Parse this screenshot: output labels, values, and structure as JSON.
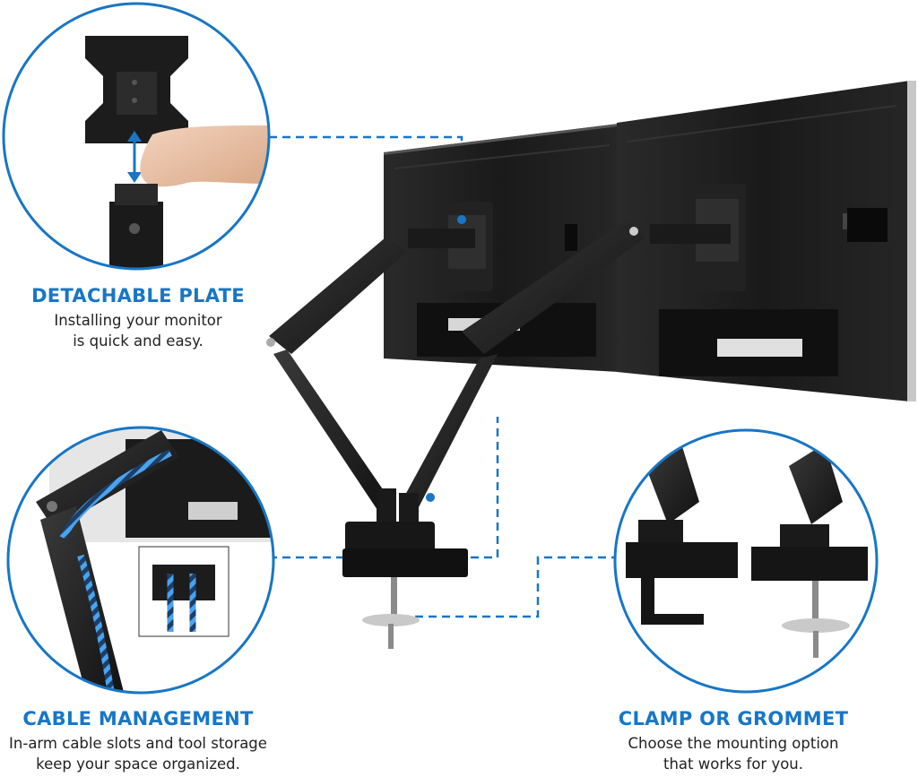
{
  "features": {
    "detachable_plate": {
      "title": "DETACHABLE PLATE",
      "desc_line1": "Installing your monitor",
      "desc_line2": "is quick and easy."
    },
    "cable_management": {
      "title": "CABLE MANAGEMENT",
      "desc_line1": "In-arm cable slots and tool storage",
      "desc_line2": "keep your space organized."
    },
    "clamp_grommet": {
      "title": "CLAMP OR GROMMET",
      "desc_line1": "Choose the mounting option",
      "desc_line2": "that works for you."
    }
  },
  "colors": {
    "accent": "#1876c6",
    "arm": "#1a1a1a",
    "monitor": "#151515",
    "cable_blue": "#2a86d6"
  }
}
